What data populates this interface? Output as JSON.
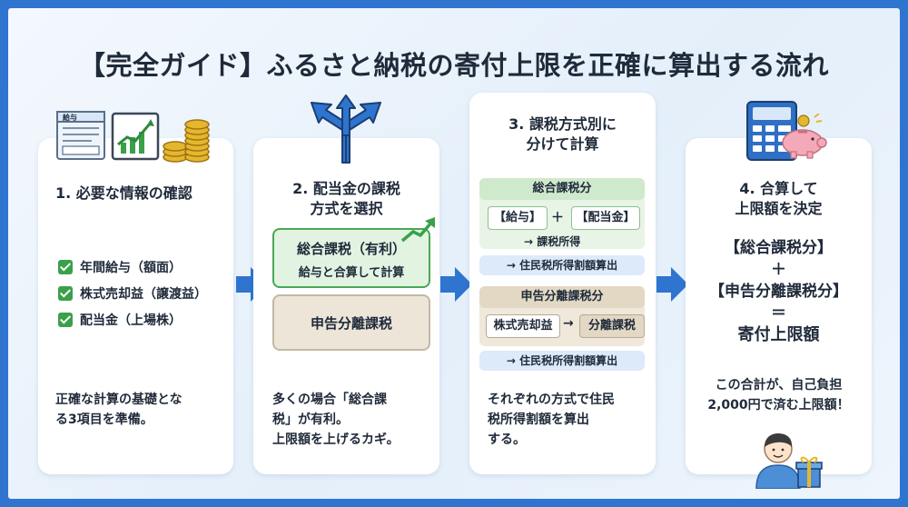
{
  "title": "【完全ガイド】ふるさと納税の寄付上限を正確に算出する流れ",
  "colors": {
    "frame": "#2f74cf",
    "accent_green": "#3aa04a",
    "arrow_blue": "#2f74cf",
    "sogo_bg": "#e3f3e2",
    "bunri_bg": "#ece5d8",
    "band_blue": "#dceafa"
  },
  "step1": {
    "heading": "1. 必要な情報の確認",
    "doc_label": "給与",
    "checks": [
      "年間給与（額面）",
      "株式売却益（譲渡益）",
      "配当金（上場株）"
    ],
    "body_lines": [
      "正確な計算の基礎とな",
      "る3項目を準備。"
    ],
    "icons": [
      "pay-slip-icon",
      "chart-icon",
      "coins-icon"
    ]
  },
  "step2": {
    "heading_lines": [
      "2. 配当金の課税",
      "方式を選択"
    ],
    "option1_title": "総合課税（有利）",
    "option1_sub": "給与と合算して計算",
    "option2_title": "申告分離課税",
    "body_lines": [
      "多くの場合「総合課",
      "税」が有利。",
      "上限額を上げるカギ。"
    ],
    "icons": [
      "split-arrows-icon",
      "trend-up-icon"
    ]
  },
  "step3": {
    "heading_lines": [
      "3. 課税方式別に",
      "分けて計算"
    ],
    "sogo_label": "総合課税分",
    "sogo_chip1": "【給与】",
    "sogo_plus": "＋",
    "sogo_chip2": "【配当金】",
    "sogo_result": "→ 課税所得",
    "sogo_band": "→ 住民税所得割額算出",
    "bunri_label": "申告分離課税分",
    "bunri_chip1": "株式売却益",
    "bunri_arrow": "→",
    "bunri_chip2": "分離課税",
    "bunri_band": "→ 住民税所得割額算出",
    "body_lines": [
      "それぞれの方式で住民",
      "税所得割額を算出",
      "する。"
    ]
  },
  "step4": {
    "heading_lines": [
      "4. 合算して",
      "上限額を決定"
    ],
    "formula": [
      "【総合課税分】",
      "＋",
      "【申告分離課税分】",
      "＝",
      "寄付上限額"
    ],
    "body_lines": [
      "この合計が、自己負担",
      "2,000円で済む上限額！"
    ],
    "icons": [
      "calculator-icon",
      "piggy-bank-icon",
      "person-gift-icon"
    ]
  }
}
